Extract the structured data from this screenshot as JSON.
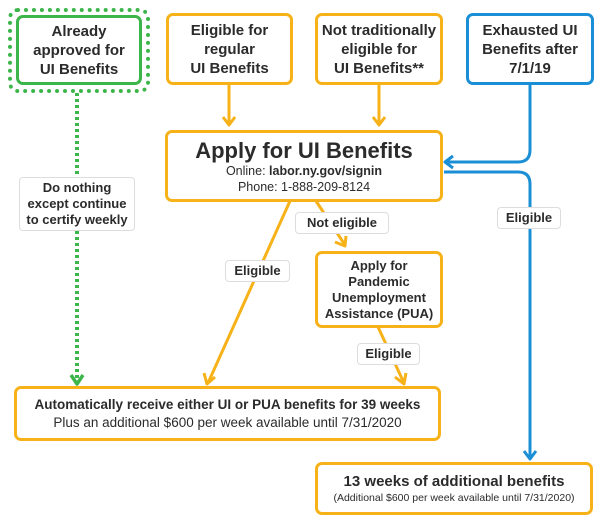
{
  "colors": {
    "orange": "#f7b21a",
    "blue": "#1b8fd6",
    "green": "#3cb54a",
    "text": "#2b2b2b"
  },
  "nodes": {
    "already_approved": {
      "lines": [
        "Already",
        "approved for",
        "UI Benefits"
      ]
    },
    "eligible_regular": {
      "lines": [
        "Eligible for",
        "regular",
        "UI Benefits"
      ]
    },
    "not_traditionally": {
      "lines": [
        "Not traditionally",
        "eligible for",
        "UI Benefits**"
      ]
    },
    "exhausted": {
      "lines": [
        "Exhausted UI",
        "Benefits after",
        "7/1/19"
      ]
    },
    "apply_ui": {
      "title": "Apply for UI Benefits",
      "online_label": "Online: ",
      "online_value": "labor.ny.gov/signin",
      "phone": "Phone: 1-888-209-8124"
    },
    "apply_pua": {
      "lines": [
        "Apply for",
        "Pandemic",
        "Unemployment",
        "Assistance (PUA)"
      ]
    },
    "auto_receive": {
      "title": "Automatically receive either UI or PUA benefits for 39 weeks",
      "subtitle": "Plus an additional $600 per week available until 7/31/2020"
    },
    "thirteen_weeks": {
      "title": "13 weeks of additional benefits",
      "subtitle": "(Additional $600 per week available until 7/31/2020)"
    }
  },
  "edge_labels": {
    "do_nothing": [
      "Do nothing",
      "except continue",
      "to certify weekly"
    ],
    "not_eligible": "Not eligible",
    "eligible_left": "Eligible",
    "eligible_pua": "Eligible",
    "eligible_blue": "Eligible"
  }
}
